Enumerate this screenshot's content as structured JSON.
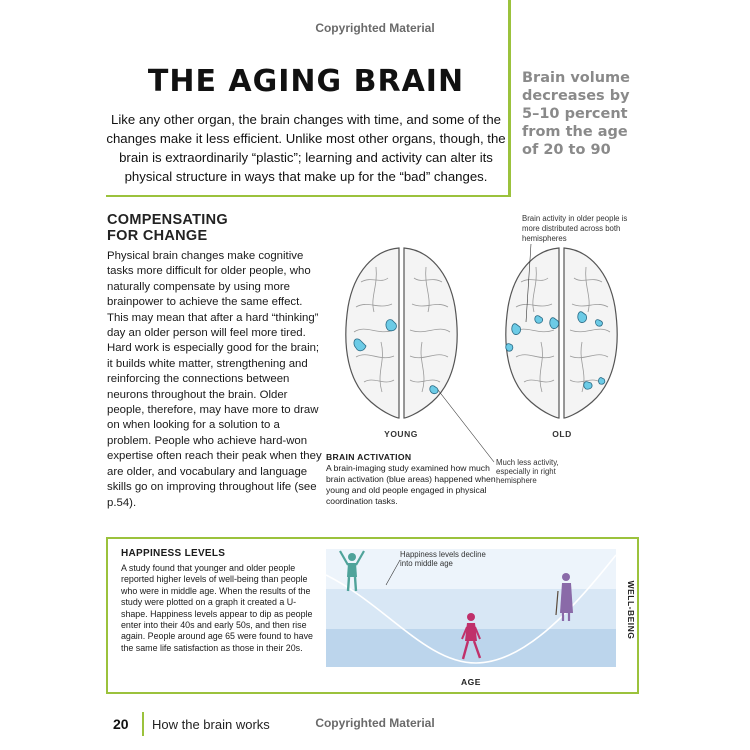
{
  "watermark": "Copyrighted Material",
  "title": "THE AGING BRAIN",
  "intro": "Like any other organ, the brain changes with time, and some of the changes make it less efficient. Unlike most other organs, though, the brain is extraordinarily “plastic”; learning and activity can alter its physical structure in ways that make up for the “bad” changes.",
  "sidebar_fact": "Brain volume decreases by 5–10 percent from the age of 20 to 90",
  "section": {
    "heading_line1": "COMPENSATING",
    "heading_line2": "FOR CHANGE",
    "body": "Physical brain changes make cognitive tasks more difficult for older people, who naturally compensate by using more brainpower to achieve the same effect. This may mean that after a hard “thinking” day an older person will feel more tired. Hard work is especially good for the brain; it builds white matter, strengthening and reinforcing the connections between neurons throughout the brain. Older people, therefore, may have more to draw on when looking for a solution to a problem. People who achieve hard-won expertise often reach their peak when they are older, and vocabulary and language skills go on improving throughout life (see p.54)."
  },
  "brain_figure": {
    "young_label": "YOUNG",
    "old_label": "OLD",
    "callout_old_line1": "Brain activity in older people is",
    "callout_old_line2": "more distributed across both",
    "callout_old_line3": "hemispheres",
    "callout_young_line1": "Much less activity,",
    "callout_young_line2": "especially in right",
    "callout_young_line3": "hemisphere",
    "activation_heading": "BRAIN ACTIVATION",
    "activation_text": "A brain-imaging study examined how much brain activation (blue areas) happened when young and old people engaged in physical coordination tasks.",
    "activation_color": "#6ccbe6"
  },
  "happiness": {
    "heading": "HAPPINESS LEVELS",
    "text": "A study found that younger and older people reported higher levels of well-being than people who were in middle age. When the results of the study were plotted on a graph it created a U-shape. Happiness levels appear to dip as people enter into their 40s and early 50s, and then rise again. People around age 65 were found to have the same life satisfaction as those in their 20s.",
    "chart_annotation_line1": "Happiness levels decline",
    "chart_annotation_line2": "into middle age",
    "x_axis_label": "AGE",
    "y_axis_label": "WELL-BEING",
    "colors": {
      "young": "#4fa39a",
      "middle": "#c0306a",
      "old": "#8a6aa8",
      "band_light": "#e3eef8",
      "band_mid": "#cfe0f1",
      "band_dark": "#b9d2ea"
    }
  },
  "footer": {
    "page_number": "20",
    "section_name": "How the brain works"
  }
}
